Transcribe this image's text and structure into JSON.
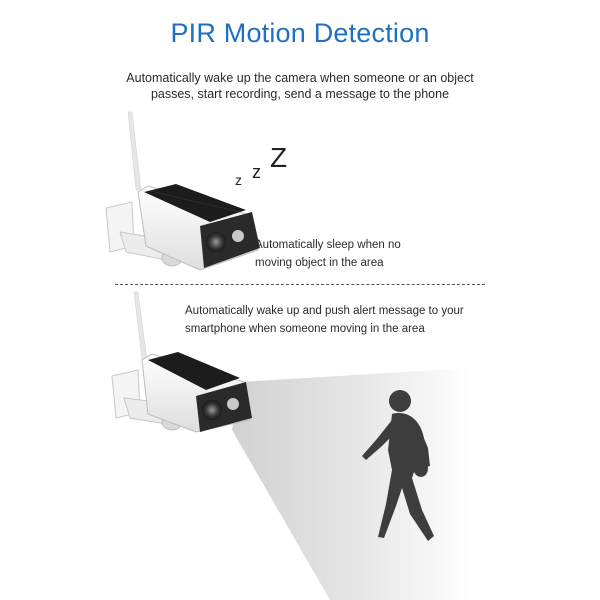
{
  "header": {
    "title": "PIR Motion Detection",
    "subtitle_line1": "Automatically wake up the camera when someone or an object",
    "subtitle_line2": "passes, start recording, send a message to the phone"
  },
  "sleep_section": {
    "zzz": [
      "z",
      "z",
      "Z"
    ],
    "caption_line1": "Automatically sleep when no",
    "caption_line2": "moving object in the area"
  },
  "wake_section": {
    "caption_line1": "Automatically wake up and push alert message to your",
    "caption_line2": "smartphone when someone moving in the area"
  },
  "colors": {
    "title": "#1f6fc3",
    "camera_body": "#f2f2f2",
    "solar_panel": "#1c1c1c",
    "silhouette": "#3d3d3d",
    "beam": "#d9d9d9"
  }
}
